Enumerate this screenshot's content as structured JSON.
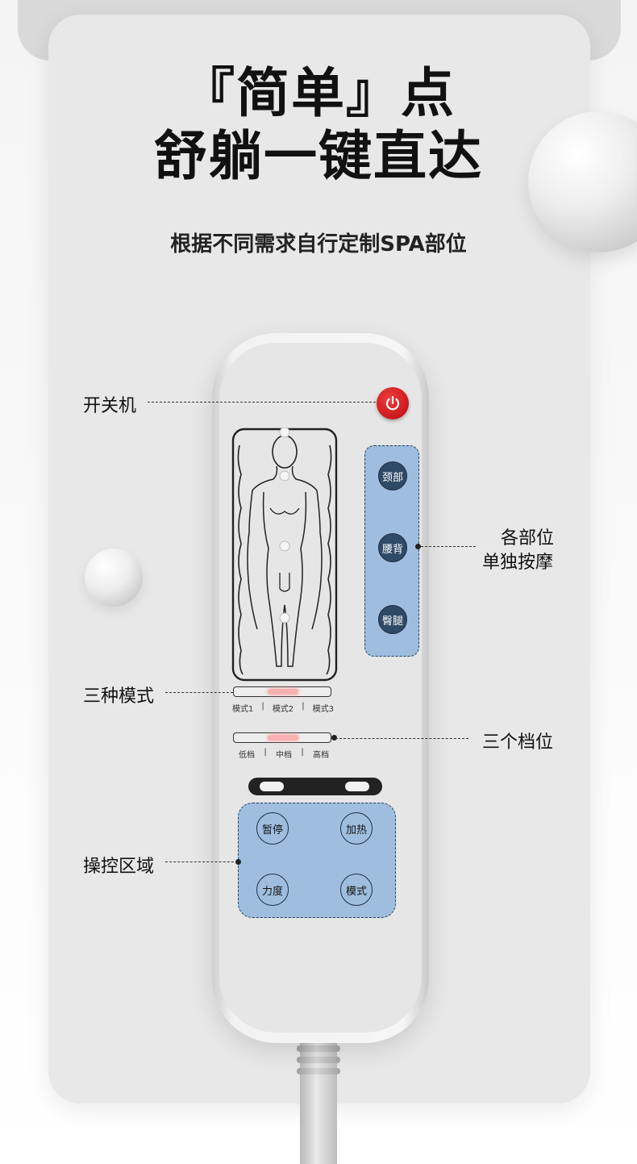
{
  "headline": {
    "line1": "『简单』点",
    "line2": "舒躺一键直达",
    "subtitle": "根据不同需求自行定制SPA部位"
  },
  "callouts": {
    "power": "开关机",
    "zones_line1": "各部位",
    "zones_line2": "单独按摩",
    "modes": "三种模式",
    "levels": "三个档位",
    "controls": "操控区域"
  },
  "remote": {
    "power_icon": "power-icon",
    "zones": [
      {
        "label": "颈部"
      },
      {
        "label": "腰背"
      },
      {
        "label": "臀腿"
      }
    ],
    "mode_labels": [
      "模式1",
      "模式2",
      "模式3"
    ],
    "level_labels": [
      "低档",
      "中档",
      "高档"
    ],
    "controls": {
      "pause": "暂停",
      "heat": "加热",
      "strength": "力度",
      "mode": "模式"
    }
  },
  "colors": {
    "accent_blue": "#9fbedf",
    "zone_button": "#2f4a67",
    "power_red": "#d01e22",
    "glow_pink": "#f8b1b1"
  }
}
